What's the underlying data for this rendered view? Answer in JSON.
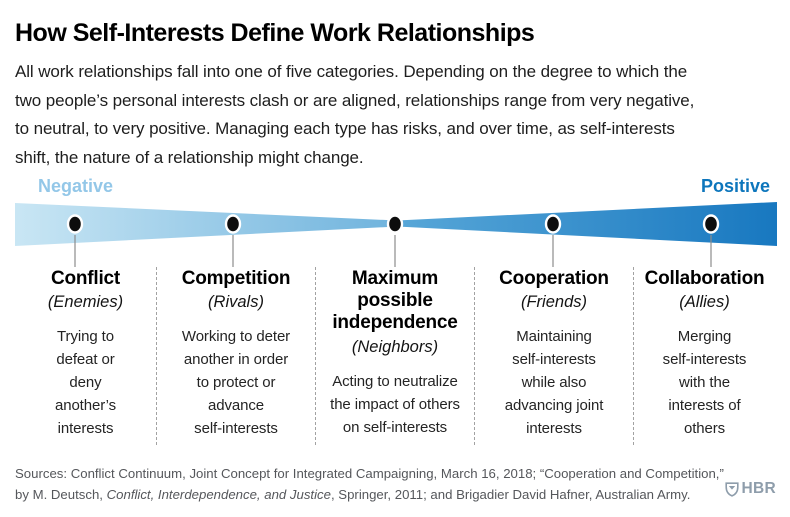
{
  "title": "How Self-Interests Define Work Relationships",
  "intro": "All work relationships fall into one of five categories. Depending on the degree to which the\ntwo people’s personal interests clash or are aligned, relationships range from very negative,\nto neutral, to very positive. Managing each type has risks, and over time, as self-interests\nshift, the nature of a relationship might change.",
  "spectrum": {
    "negative_label": "Negative",
    "positive_label": "Positive",
    "colors": {
      "negative_text": "#93c7e8",
      "positive_text": "#0d76bc",
      "left_start": "#c9e6f4",
      "left_end": "#6fb3dd",
      "right_start": "#58a7d8",
      "right_end": "#1878c0",
      "dot_fill": "#0d0d0d",
      "dot_ring": "#ffffff",
      "connector": "#8c8c8c"
    }
  },
  "categories": [
    {
      "name": "Conflict",
      "alias": "(Enemies)",
      "description": "Trying to\ndefeat or\ndeny\nanother’s\ninterests"
    },
    {
      "name": "Competition",
      "alias": "(Rivals)",
      "description": "Working to deter\nanother in order\nto protect or\nadvance\nself-interests"
    },
    {
      "name": "Maximum\npossible\nindependence",
      "alias": "(Neighbors)",
      "description": "Acting to neutralize\nthe impact of others\non self-interests"
    },
    {
      "name": "Cooperation",
      "alias": "(Friends)",
      "description": "Maintaining\nself-interests\nwhile also\nadvancing joint\ninterests"
    },
    {
      "name": "Collaboration",
      "alias": "(Allies)",
      "description": "Merging\nself-interests\nwith the\ninterests of\nothers"
    }
  ],
  "footer": {
    "sources_line1": "Sources: Conflict Continuum, Joint Concept for Integrated Campaigning, March 16, 2018; “Cooperation and Competition,”",
    "sources_line2_prefix": "by M. Deutsch, ",
    "sources_line2_italic": "Conflict, Interdependence, and Justice",
    "sources_line2_suffix": ", Springer, 2011; and Brigadier David Hafner, Australian Army.",
    "logo_text": "HBR"
  }
}
